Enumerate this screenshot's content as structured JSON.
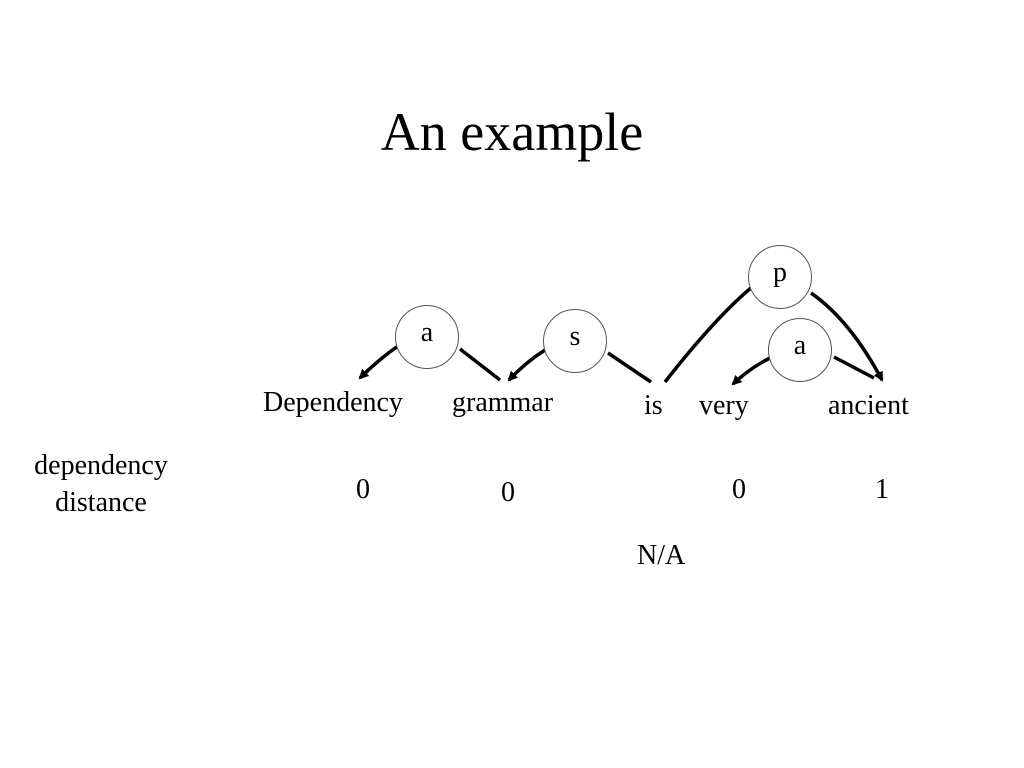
{
  "title": "An example",
  "words": [
    "Dependency",
    "grammar",
    "is",
    "very",
    "ancient"
  ],
  "relations": {
    "a1": "a",
    "s": "s",
    "p": "p",
    "a2": "a"
  },
  "row_label": {
    "line1": "dependency",
    "line2": "distance"
  },
  "distances": [
    "0",
    "0",
    "0",
    "1"
  ],
  "root_distance": "N/A",
  "colors": {
    "text": "#000000",
    "arc": "#000000",
    "node_border": "#555555",
    "background": "#ffffff"
  }
}
